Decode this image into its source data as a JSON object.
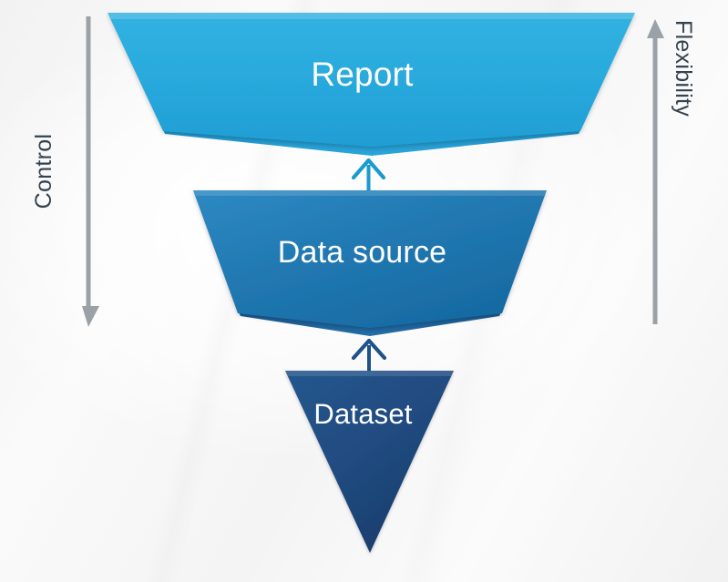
{
  "diagram": {
    "type": "inverted-funnel",
    "background_color": "#f5f5f5",
    "stages": [
      {
        "id": "report",
        "label": "Report",
        "level": 1,
        "shape": "trapezoid",
        "fill_top": "#2FB0E0",
        "fill_bottom": "#1F9ED3",
        "shadow_color": "#1E93C6",
        "text_color": "#ffffff"
      },
      {
        "id": "data-source",
        "label": "Data source",
        "level": 2,
        "shape": "trapezoid",
        "fill_top": "#2783BC",
        "fill_bottom": "#1A6BA4",
        "shadow_color": "#1B5E93",
        "text_color": "#ffffff"
      },
      {
        "id": "dataset",
        "label": "Dataset",
        "level": 3,
        "shape": "triangle",
        "fill_top": "#21538A",
        "fill_bottom": "#1C3C6E",
        "shadow_color": "#18325C",
        "text_color": "#ffffff"
      }
    ],
    "connectors": [
      {
        "id": "dataset-to-datasource",
        "from": "dataset",
        "to": "data-source",
        "direction": "up",
        "color": "#1F5288"
      },
      {
        "id": "datasource-to-report",
        "from": "data-source",
        "to": "report",
        "direction": "up",
        "color": "#1B9AD0"
      }
    ],
    "axes": [
      {
        "id": "control",
        "label": "Control",
        "side": "left",
        "direction": "down",
        "color": "#9aa2a8",
        "text_color": "#35434f"
      },
      {
        "id": "flexibility",
        "label": "Flexibility",
        "side": "right",
        "direction": "up",
        "color": "#9aa2a8",
        "text_color": "#35434f"
      }
    ]
  }
}
